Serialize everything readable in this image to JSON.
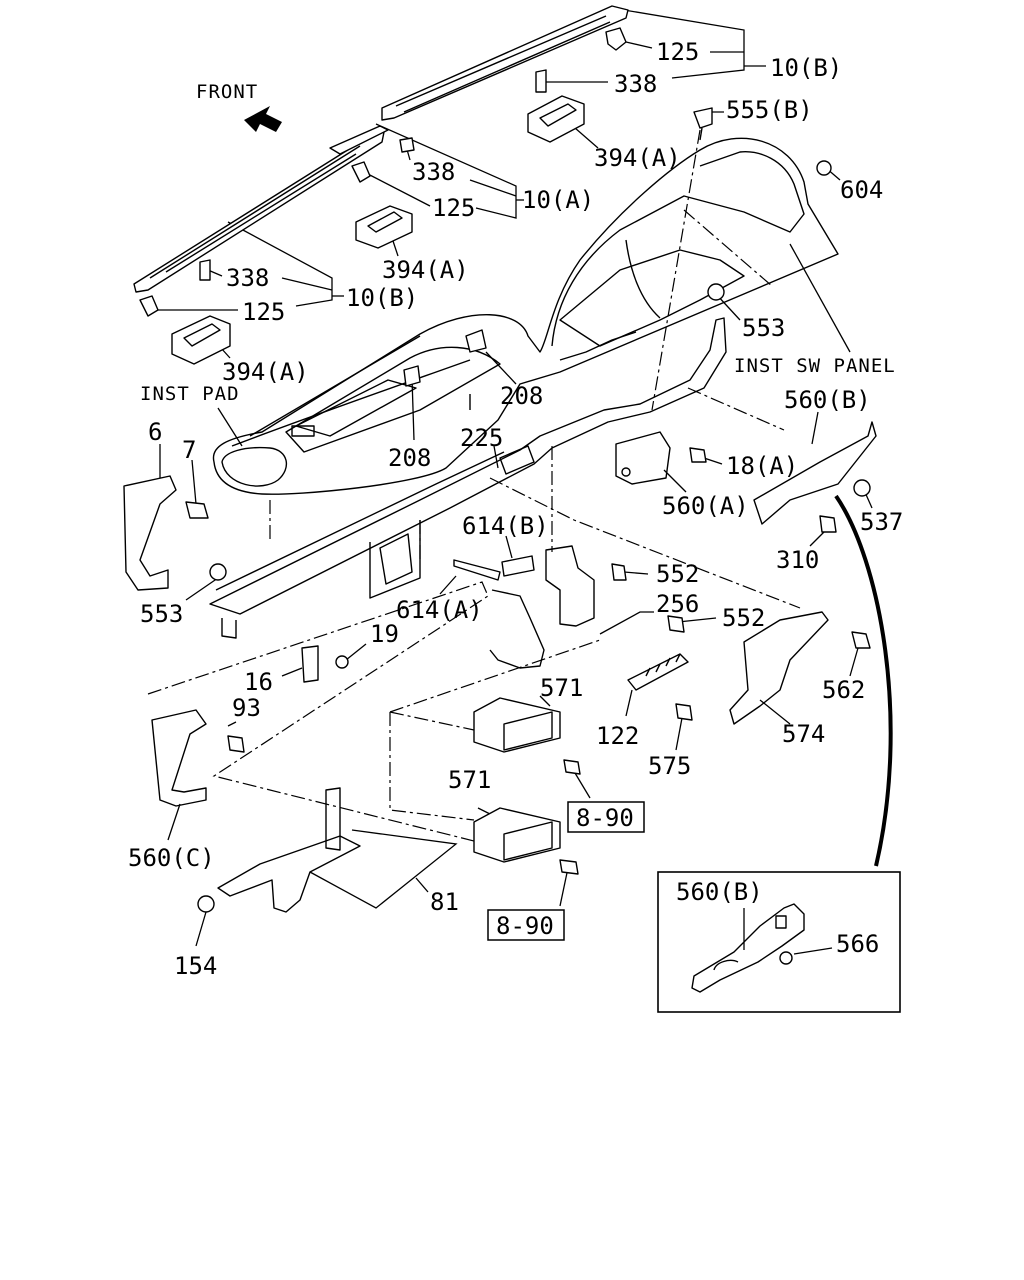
{
  "direction": {
    "text": "FRONT"
  },
  "assembly_labels": {
    "inst_pad": "INST PAD",
    "inst_sw_panel": "INST SW PANEL"
  },
  "callouts": {
    "c125a": "125",
    "c10b_top": "10(B)",
    "c338a": "338",
    "c555b": "555(B)",
    "c394a_top": "394(A)",
    "c604": "604",
    "c338b": "338",
    "c10a": "10(A)",
    "c125b": "125",
    "c394a_mid": "394(A)",
    "c338c": "338",
    "c10b_left": "10(B)",
    "c125c": "125",
    "c553_right": "553",
    "c394a_left": "394(A)",
    "c208_right": "208",
    "c560b": "560(B)",
    "c208_left": "208",
    "c225": "225",
    "c6": "6",
    "c7": "7",
    "c18a": "18(A)",
    "c560a": "560(A)",
    "c537": "537",
    "c614b": "614(B)",
    "c310": "310",
    "c552a": "552",
    "c553_left": "553",
    "c614a": "614(A)",
    "c256": "256",
    "c552b": "552",
    "c19": "19",
    "c16": "16",
    "c562": "562",
    "c571a": "571",
    "c93": "93",
    "c122": "122",
    "c574": "574",
    "c575": "575",
    "c560c": "560(C)",
    "c571b": "571",
    "c81": "81",
    "c154": "154"
  },
  "ref_boxes": {
    "ref_a": "8-90",
    "ref_b": "8-90"
  },
  "detail_view": {
    "c560b": "560(B)",
    "c566": "566"
  }
}
